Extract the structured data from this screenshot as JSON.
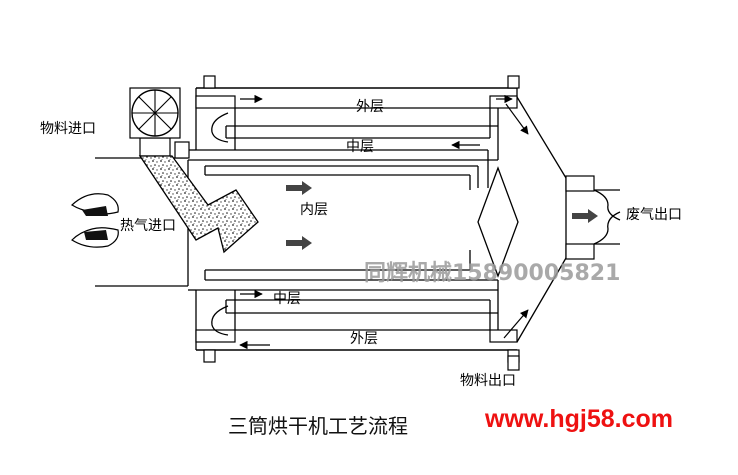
{
  "labels": {
    "material_inlet": "物料进口",
    "hot_air_inlet": "热气进口",
    "outer_layer_top": "外层",
    "middle_layer_top": "中层",
    "inner_layer": "内层",
    "middle_layer_bottom": "中层",
    "outer_layer_bottom": "外层",
    "exhaust_outlet": "废气出口",
    "material_outlet": "物料出口"
  },
  "caption": "三筒烘干机工艺流程",
  "watermark": "同辉机械15890005821",
  "website": "www.hgj58.com"
}
